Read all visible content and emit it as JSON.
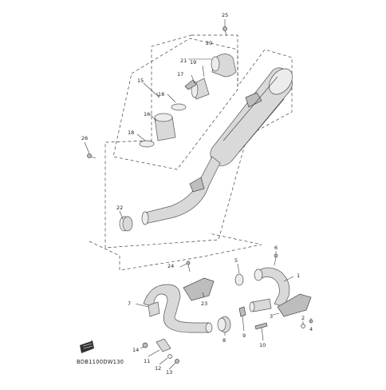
{
  "diagram_code": "BDB1100DW130",
  "colors": {
    "line": "#3a3a3a",
    "part_fill": "#d9d9d9",
    "part_light": "#ececec",
    "part_dark": "#bdbdbd",
    "background": "#ffffff"
  },
  "callouts": {
    "c1": "1",
    "c2": "2",
    "c3": "3",
    "c4": "4",
    "c5": "5",
    "c6": "6",
    "c7": "7",
    "c8": "8",
    "c9": "9",
    "c10": "10",
    "c11": "11",
    "c12": "12",
    "c13": "13",
    "c14": "14",
    "c15": "15",
    "c16": "16",
    "c17": "17",
    "c18a": "18",
    "c18b": "18",
    "c19": "19",
    "c20": "20",
    "c21": "21",
    "c22": "22",
    "c23": "23",
    "c24": "24",
    "c25": "25",
    "c26": "26"
  }
}
